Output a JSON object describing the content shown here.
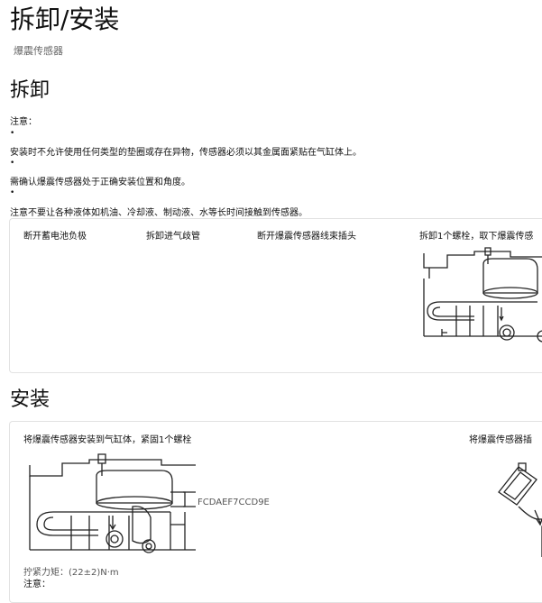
{
  "header": {
    "title": "拆卸/安装",
    "subtitle": "爆震传感器"
  },
  "removal": {
    "heading": "拆卸",
    "caution_label": "注意：",
    "bullets": [
      "安装时不允许使用任何类型的垫圈或存在异物，传感器必须以其金属面紧贴在气缸体上。",
      "需确认爆震传感器处于正确安装位置和角度。",
      "注意不要让各种液体如机油、冷却液、制动液、水等长时间接触到传感器。"
    ],
    "steps": [
      "断开蓄电池负极",
      "拆卸进气歧管",
      "断开爆震传感器线束插头",
      "拆卸1个螺栓，取下爆震传感"
    ]
  },
  "installation": {
    "heading": "安装",
    "step1": "将爆震传感器安装到气缸体，紧固1个螺栓",
    "step2": "将爆震传感器插",
    "figure_code": "FCDAEF7CCD9E",
    "torque": "拧紧力矩：(22±2)N·m",
    "caution_label": "注意："
  }
}
